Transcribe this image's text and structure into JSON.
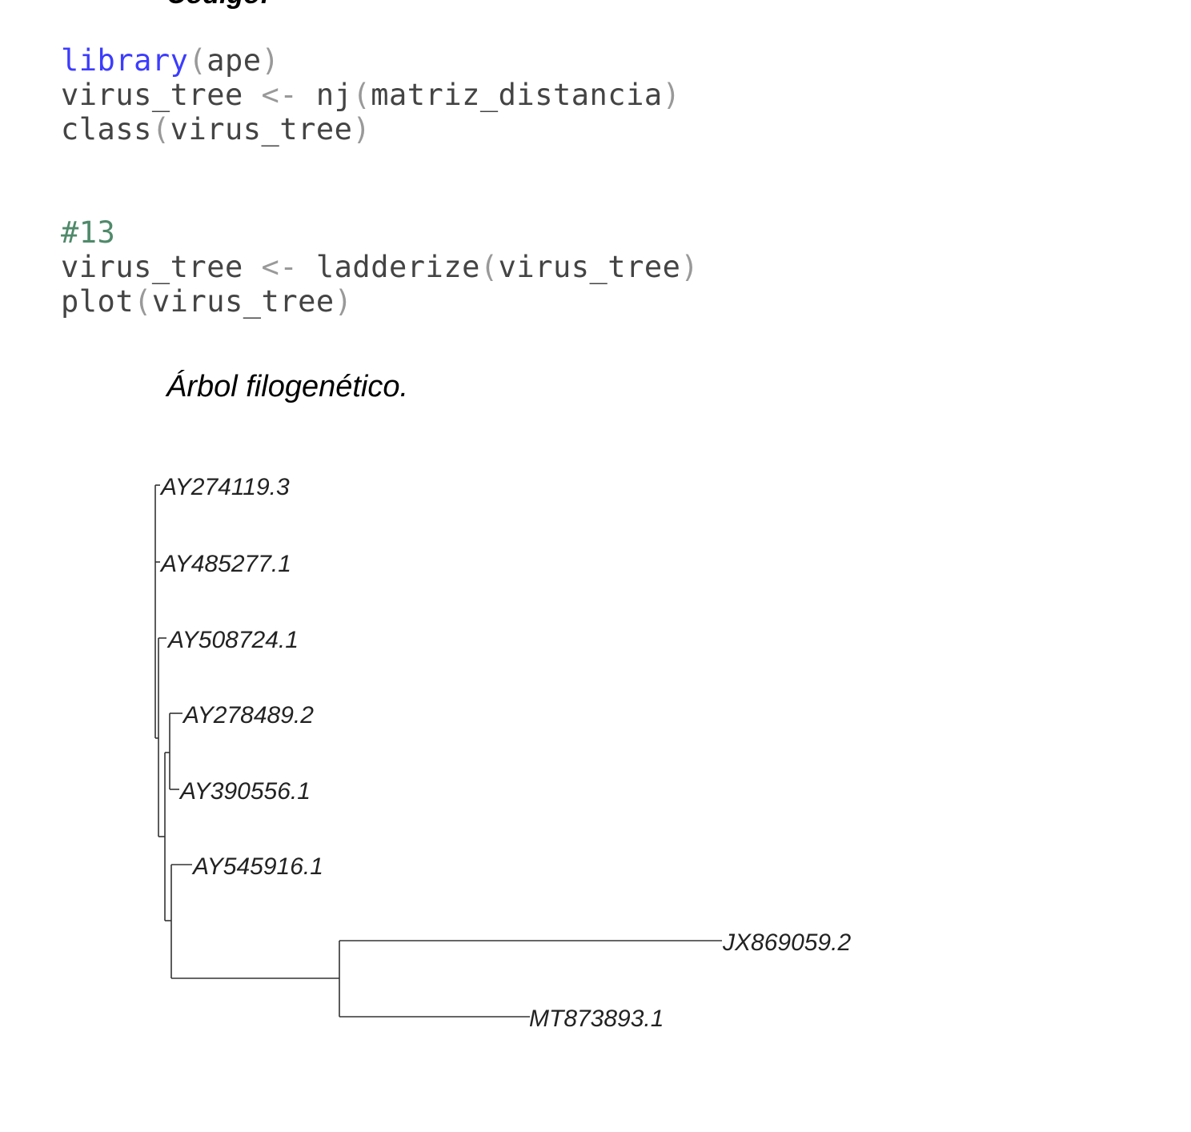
{
  "section_heading": "Código:",
  "code_block_1": {
    "lines": [
      [
        {
          "t": "library",
          "c": "kw"
        },
        {
          "t": "(",
          "c": "op"
        },
        {
          "t": "ape",
          "c": ""
        },
        {
          "t": ")",
          "c": "op"
        }
      ],
      [
        {
          "t": "virus_tree ",
          "c": ""
        },
        {
          "t": "<-",
          "c": "op"
        },
        {
          "t": " nj",
          "c": ""
        },
        {
          "t": "(",
          "c": "op"
        },
        {
          "t": "matriz_distancia",
          "c": ""
        },
        {
          "t": ")",
          "c": "op"
        }
      ],
      [
        {
          "t": "class",
          "c": ""
        },
        {
          "t": "(",
          "c": "op"
        },
        {
          "t": "virus_tree",
          "c": ""
        },
        {
          "t": ")",
          "c": "op"
        }
      ]
    ]
  },
  "code_block_2": {
    "lines": [
      [
        {
          "t": "#13",
          "c": "cm"
        }
      ],
      [
        {
          "t": "virus_tree ",
          "c": ""
        },
        {
          "t": "<-",
          "c": "op"
        },
        {
          "t": " ladderize",
          "c": ""
        },
        {
          "t": "(",
          "c": "op"
        },
        {
          "t": "virus_tree",
          "c": ""
        },
        {
          "t": ")",
          "c": "op"
        }
      ],
      [
        {
          "t": "plot",
          "c": ""
        },
        {
          "t": "(",
          "c": "op"
        },
        {
          "t": "virus_tree",
          "c": ""
        },
        {
          "t": ")",
          "c": "op"
        }
      ]
    ]
  },
  "figure_caption": "Árbol filogenético.",
  "tree": {
    "tips": [
      "AY274119.3",
      "AY485277.1",
      "AY508724.1",
      "AY278489.2",
      "AY390556.1",
      "AY545916.1",
      "JX869059.2",
      "MT873893.1"
    ]
  }
}
